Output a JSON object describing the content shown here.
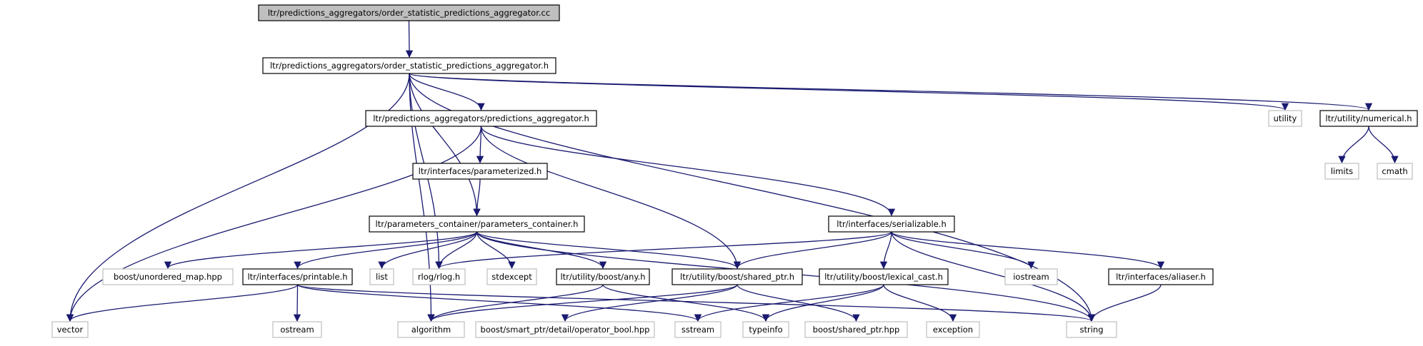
{
  "diagram": {
    "nodes": [
      {
        "id": "n0",
        "label": "ltr/predictions_aggregators/order_statistic_predictions_aggregator.cc",
        "kind": "root"
      },
      {
        "id": "n1",
        "label": "ltr/predictions_aggregators/order_statistic_predictions_aggregator.h",
        "kind": "solid"
      },
      {
        "id": "n2",
        "label": "ltr/predictions_aggregators/predictions_aggregator.h",
        "kind": "solid"
      },
      {
        "id": "n3",
        "label": "utility",
        "kind": "ghost"
      },
      {
        "id": "n4",
        "label": "ltr/utility/numerical.h",
        "kind": "solid"
      },
      {
        "id": "n5",
        "label": "limits",
        "kind": "ghost"
      },
      {
        "id": "n6",
        "label": "cmath",
        "kind": "ghost"
      },
      {
        "id": "n7",
        "label": "ltr/interfaces/parameterized.h",
        "kind": "solid"
      },
      {
        "id": "n8",
        "label": "ltr/parameters_container/parameters_container.h",
        "kind": "solid"
      },
      {
        "id": "n9",
        "label": "ltr/interfaces/serializable.h",
        "kind": "solid"
      },
      {
        "id": "n10",
        "label": "boost/unordered_map.hpp",
        "kind": "ghost"
      },
      {
        "id": "n11",
        "label": "ltr/interfaces/printable.h",
        "kind": "solid"
      },
      {
        "id": "n12",
        "label": "list",
        "kind": "ghost"
      },
      {
        "id": "n13",
        "label": "rlog/rlog.h",
        "kind": "ghost"
      },
      {
        "id": "n14",
        "label": "stdexcept",
        "kind": "ghost"
      },
      {
        "id": "n15",
        "label": "ltr/utility/boost/any.h",
        "kind": "solid"
      },
      {
        "id": "n16",
        "label": "ltr/utility/boost/shared_ptr.h",
        "kind": "solid"
      },
      {
        "id": "n17",
        "label": "ltr/utility/boost/lexical_cast.h",
        "kind": "solid"
      },
      {
        "id": "n18",
        "label": "iostream",
        "kind": "ghost"
      },
      {
        "id": "n19",
        "label": "ltr/interfaces/aliaser.h",
        "kind": "solid"
      },
      {
        "id": "n20",
        "label": "vector",
        "kind": "ghost"
      },
      {
        "id": "n21",
        "label": "ostream",
        "kind": "ghost"
      },
      {
        "id": "n22",
        "label": "algorithm",
        "kind": "ghost"
      },
      {
        "id": "n23",
        "label": "boost/smart_ptr/detail/operator_bool.hpp",
        "kind": "ghost"
      },
      {
        "id": "n24",
        "label": "sstream",
        "kind": "ghost"
      },
      {
        "id": "n25",
        "label": "typeinfo",
        "kind": "ghost"
      },
      {
        "id": "n26",
        "label": "boost/shared_ptr.hpp",
        "kind": "ghost"
      },
      {
        "id": "n27",
        "label": "exception",
        "kind": "ghost"
      },
      {
        "id": "n28",
        "label": "string",
        "kind": "ghost"
      }
    ],
    "edges": [
      [
        "n0",
        "n1"
      ],
      [
        "n1",
        "n2"
      ],
      [
        "n1",
        "n3"
      ],
      [
        "n1",
        "n4"
      ],
      [
        "n1",
        "n8"
      ],
      [
        "n1",
        "n13"
      ],
      [
        "n1",
        "n20"
      ],
      [
        "n1",
        "n22"
      ],
      [
        "n1",
        "n28"
      ],
      [
        "n4",
        "n5"
      ],
      [
        "n4",
        "n6"
      ],
      [
        "n2",
        "n7"
      ],
      [
        "n2",
        "n9"
      ],
      [
        "n2",
        "n16"
      ],
      [
        "n2",
        "n20"
      ],
      [
        "n7",
        "n8"
      ],
      [
        "n8",
        "n10"
      ],
      [
        "n8",
        "n11"
      ],
      [
        "n8",
        "n12"
      ],
      [
        "n8",
        "n13"
      ],
      [
        "n8",
        "n14"
      ],
      [
        "n8",
        "n15"
      ],
      [
        "n8",
        "n16"
      ],
      [
        "n8",
        "n28"
      ],
      [
        "n9",
        "n13"
      ],
      [
        "n9",
        "n16"
      ],
      [
        "n9",
        "n17"
      ],
      [
        "n9",
        "n18"
      ],
      [
        "n9",
        "n19"
      ],
      [
        "n9",
        "n28"
      ],
      [
        "n11",
        "n20"
      ],
      [
        "n11",
        "n21"
      ],
      [
        "n11",
        "n24"
      ],
      [
        "n11",
        "n28"
      ],
      [
        "n15",
        "n22"
      ],
      [
        "n15",
        "n25"
      ],
      [
        "n16",
        "n22"
      ],
      [
        "n16",
        "n23"
      ],
      [
        "n16",
        "n26"
      ],
      [
        "n17",
        "n24"
      ],
      [
        "n17",
        "n25"
      ],
      [
        "n17",
        "n27"
      ],
      [
        "n19",
        "n28"
      ]
    ]
  }
}
